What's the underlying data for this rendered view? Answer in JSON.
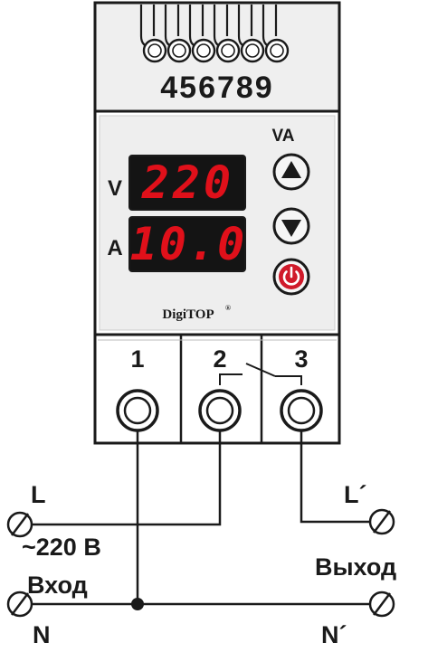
{
  "device": {
    "top_terminal_numbers": "456789",
    "model_label": "VA",
    "brand": "DigiTOP",
    "brand_mark": "®"
  },
  "display": {
    "voltage_label": "V",
    "voltage_value": "220",
    "current_label": "A",
    "current_value": "10.0"
  },
  "buttons": {
    "up": "up-triangle",
    "down": "down-triangle",
    "power": "power-icon",
    "power_color": "#d01a2a"
  },
  "terminals": {
    "t1": "1",
    "t2": "2",
    "t3": "3"
  },
  "wiring": {
    "line_in": "L",
    "voltage": "~220 В",
    "input_label": "Вход",
    "neutral_in": "N",
    "line_out": "L´",
    "output_label": "Выход",
    "neutral_out": "N´"
  }
}
